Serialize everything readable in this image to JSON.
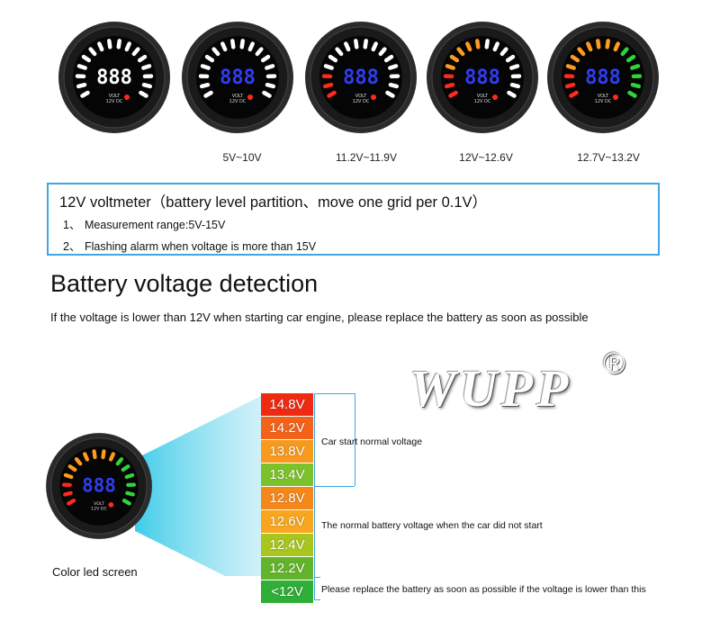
{
  "meters": {
    "captions": [
      "",
      "5V~10V",
      "11.2V~11.9V",
      "12V~12.6V",
      "12.7V~13.2V"
    ],
    "face_text": [
      "VOLT",
      "12V DC"
    ],
    "display_digits": "888",
    "colors": {
      "white": "#ffffff",
      "blue": "#2f3df0",
      "red": "#ff2a1a",
      "orange": "#ff9a1f",
      "green": "#2fd43a",
      "bezel": "#2b2b2b"
    }
  },
  "info": {
    "title": "12V voltmeter（battery level partition、move one grid per 0.1V）",
    "items": [
      {
        "num": "1、",
        "text": "Measurement range:5V-15V"
      },
      {
        "num": "2、",
        "text": "Flashing alarm when voltage is more than 15V"
      }
    ],
    "border_color": "#3fa7e3"
  },
  "section": {
    "title": "Battery voltage detection",
    "subtitle": "If the voltage is lower than 12V when starting car engine, please replace the battery as soon as possible"
  },
  "brand": {
    "name": "WUPP",
    "reg_mark": "®"
  },
  "scale": [
    {
      "label": "14.8V",
      "color": "#ee2a12"
    },
    {
      "label": "14.2V",
      "color": "#f4621a"
    },
    {
      "label": "13.8V",
      "color": "#f89a1c"
    },
    {
      "label": "13.4V",
      "color": "#7cc22b"
    },
    {
      "label": "12.8V",
      "color": "#f4881b"
    },
    {
      "label": "12.6V",
      "color": "#f8a61e"
    },
    {
      "label": "12.4V",
      "color": "#a9c51e"
    },
    {
      "label": "12.2V",
      "color": "#62b52a"
    },
    {
      "label": "<12V",
      "color": "#2fae38"
    }
  ],
  "annotations": {
    "start_normal": "Car start normal voltage",
    "not_started": "The normal battery voltage when the car did not start",
    "replace": "Please replace the battery as soon as possible if the voltage is lower than this"
  },
  "led_caption": "Color led screen"
}
